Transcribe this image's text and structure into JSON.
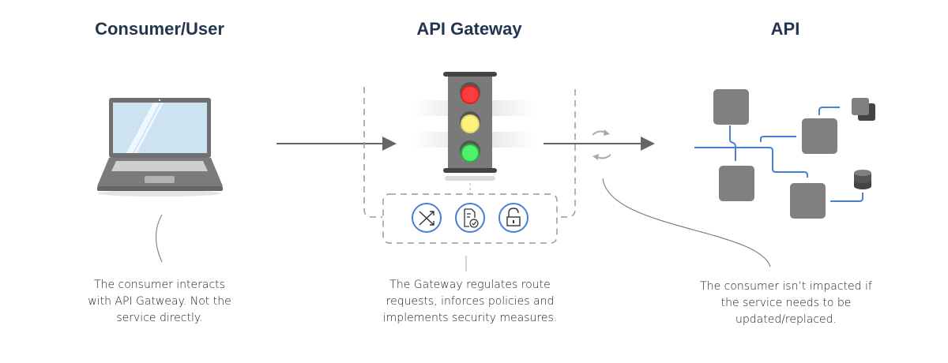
{
  "columns": [
    {
      "title": "Consumer/User",
      "icon": "laptop-icon",
      "description_lines": [
        "The consumer interacts",
        "with API Gatweay. Not the",
        "service directly."
      ]
    },
    {
      "title": "API Gateway",
      "icon": "traffic-light-icon",
      "description_lines": [
        "The Gateway regulates route",
        "requests, inforces policies and",
        "implements security measures."
      ],
      "features": [
        {
          "icon": "routing-shuffle-icon",
          "meaning": "route requests"
        },
        {
          "icon": "policy-document-check-icon",
          "meaning": "enforce policies"
        },
        {
          "icon": "padlock-icon",
          "meaning": "security measures"
        }
      ]
    },
    {
      "title": "API",
      "icon": "services-network-icon",
      "description_lines": [
        "The consumer isn’t impacted if",
        "the service needs to be",
        "updated/replaced."
      ]
    }
  ],
  "colors": {
    "title": "#243550",
    "accent_blue": "#4a7fd4",
    "device_gray": "#7b7b7b",
    "dark_gray": "#444444",
    "light_red": "#ff3b3b",
    "light_yellow": "#fff27a",
    "light_green": "#4ef26a",
    "screen_blue": "#cde3f2"
  }
}
